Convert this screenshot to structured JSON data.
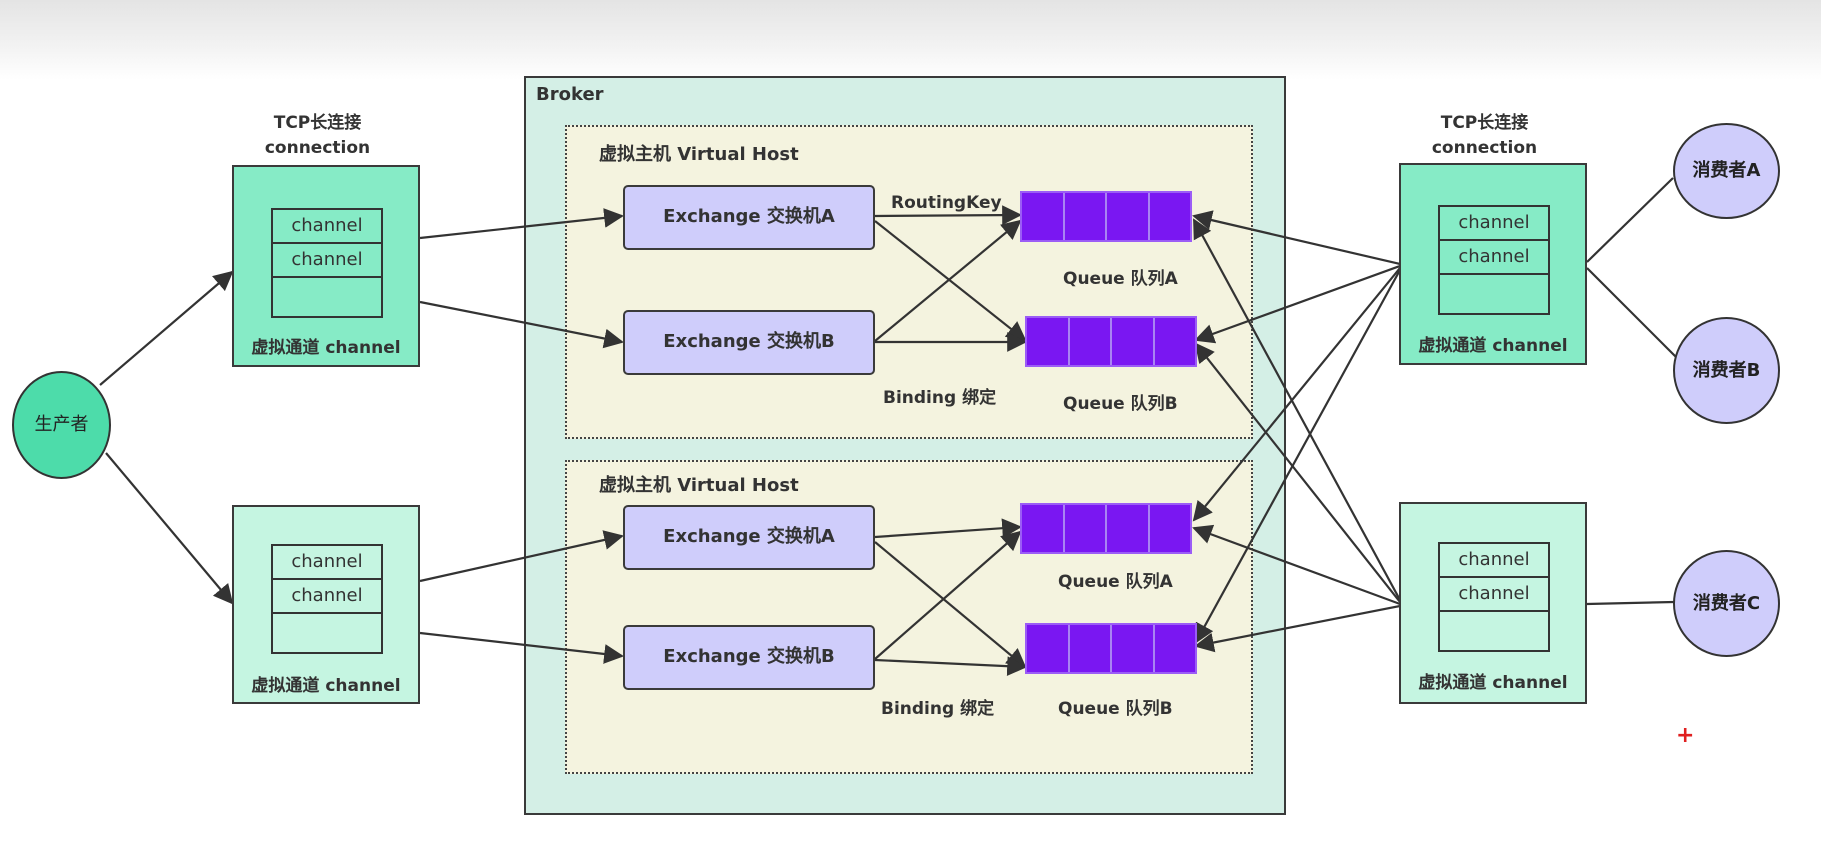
{
  "producer": {
    "label": "生产者"
  },
  "connections_left": [
    {
      "title_line1": "TCP长连接",
      "title_line2": "connection",
      "channels": [
        "channel",
        "channel",
        ""
      ],
      "footer": "虚拟通道 channel"
    },
    {
      "title_line1": "",
      "title_line2": "",
      "channels": [
        "channel",
        "channel",
        ""
      ],
      "footer": "虚拟通道 channel"
    }
  ],
  "broker": {
    "label": "Broker",
    "vhosts": [
      {
        "label": "虚拟主机 Virtual Host",
        "exchanges": [
          "Exchange 交换机A",
          "Exchange 交换机B"
        ],
        "queues": [
          "Queue 队列A",
          "Queue 队列B"
        ],
        "routing_key": "RoutingKey",
        "binding": "Binding 绑定"
      },
      {
        "label": "虚拟主机 Virtual Host",
        "exchanges": [
          "Exchange 交换机A",
          "Exchange 交换机B"
        ],
        "queues": [
          "Queue 队列A",
          "Queue 队列B"
        ],
        "routing_key": "",
        "binding": "Binding 绑定"
      }
    ]
  },
  "connections_right": [
    {
      "title_line1": "TCP长连接",
      "title_line2": "connection",
      "channels": [
        "channel",
        "channel",
        ""
      ],
      "footer": "虚拟通道 channel"
    },
    {
      "title_line1": "",
      "title_line2": "",
      "channels": [
        "channel",
        "channel",
        ""
      ],
      "footer": "虚拟通道 channel"
    }
  ],
  "consumers": [
    "消费者A",
    "消费者B",
    "消费者C"
  ],
  "colors": {
    "broker_bg": "#d4efe6",
    "vhost_bg": "#f4f3df",
    "exchange_bg": "#cfcdfb",
    "queue_bg": "#7a17f2",
    "connection_dark": "#86ebc6",
    "connection_light": "#c5f5e1",
    "producer": "#4ddcaa",
    "consumer": "#cfcdfb"
  },
  "cursor_icon": "crosshair-plus-icon"
}
